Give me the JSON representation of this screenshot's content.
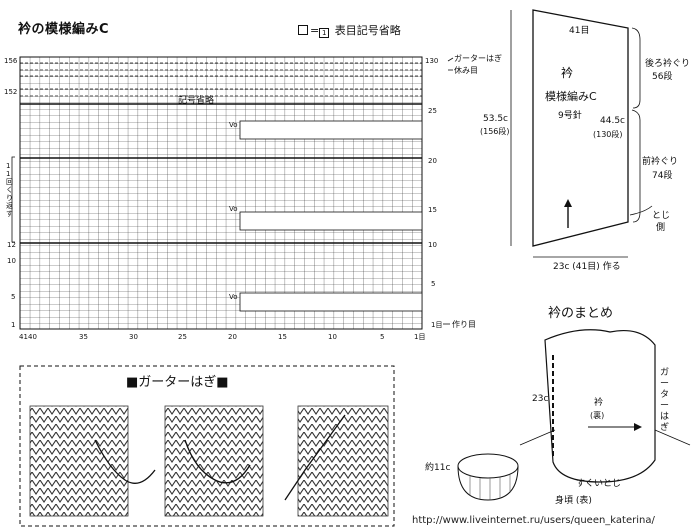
{
  "title": "衿の模様編みC",
  "legend": {
    "symbol_a": "□",
    "eq": "=",
    "symbol_b": "1",
    "text": "表目記号省略"
  },
  "chart": {
    "top_rows": [
      "156",
      "152"
    ],
    "right_rows": [
      "130",
      "25",
      "20",
      "15",
      "10",
      "5",
      "1目"
    ],
    "left_rows": [
      "12",
      "10",
      "5",
      "1"
    ],
    "bottom_stitches": [
      "41",
      "40",
      "35",
      "30",
      "25",
      "20",
      "15",
      "10",
      "5",
      "1目"
    ],
    "omitted_label": "記号省略",
    "garter_label": "ガーターはぎ",
    "rest_label": "休み目",
    "cast_on_label": "作り目",
    "repeat_label": "11回くり返す",
    "decrease_symbol": "Vo"
  },
  "collar": {
    "width_top": "41目",
    "back_neck": "後ろ衿ぐり",
    "back_neck_rows": "56段",
    "name": "衿",
    "pattern": "模様編みC",
    "needle": "9号針",
    "length": "53.5c",
    "length_rows": "(156段)",
    "mid": "44.5c",
    "mid_rows": "(130段)",
    "front_neck": "前衿ぐり",
    "front_neck_rows": "74段",
    "edge": "とじ側",
    "bottom": "23c (41目) 作る"
  },
  "finishing": {
    "title": "衿のまとめ",
    "height": "23c",
    "collar": "衿",
    "reverse": "(裏)",
    "garter": "ガーターはぎ",
    "circumference": "約11c",
    "slip": "すくいとじ",
    "body": "身頃 (表)"
  },
  "garter_section": {
    "title": "■ガーターはぎ■"
  },
  "footer": "http://www.liveinternet.ru/users/queen_katerina/"
}
